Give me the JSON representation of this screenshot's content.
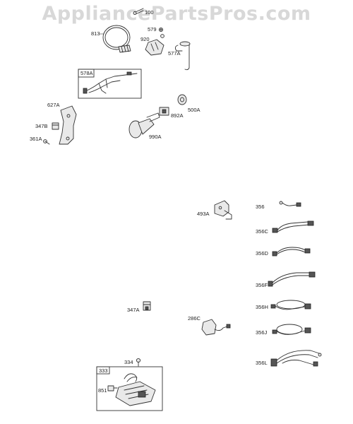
{
  "watermark": "AppliancePartsPros.com",
  "parts": {
    "p100": "100",
    "p579": "579",
    "p813": "813",
    "p920": "920",
    "p577A": "577A",
    "p578A": "578A",
    "p627A": "627A",
    "p347B": "347B",
    "p361A": "361A",
    "p500A": "500A",
    "p892A": "892A",
    "p990A": "990A",
    "p493A": "493A",
    "p356": "356",
    "p356C": "356C",
    "p356D": "356D",
    "p356F": "356F",
    "p356H": "356H",
    "p356J": "356J",
    "p356L": "356L",
    "p347A": "347A",
    "p286C": "286C",
    "p334": "334",
    "p333": "333",
    "p851": "851"
  }
}
